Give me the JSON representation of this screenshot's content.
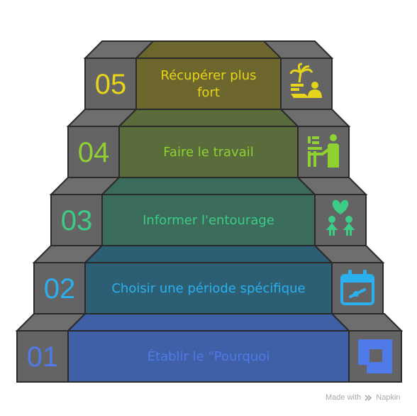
{
  "steps": [
    {
      "number": "01",
      "label_lines": [
        "Établir le \"Pourquoi"
      ],
      "color": "#3f5fa6",
      "text_color": "#4f7ae8",
      "icon": "square-frame-icon"
    },
    {
      "number": "02",
      "label_lines": [
        "Choisir une période spécifique"
      ],
      "color": "#2d5f74",
      "text_color": "#2ab0ee",
      "icon": "calendar-icon"
    },
    {
      "number": "03",
      "label_lines": [
        "Informer l'entourage"
      ],
      "color": "#3b6b5a",
      "text_color": "#3ccc86",
      "icon": "family-heart-icon"
    },
    {
      "number": "04",
      "label_lines": [
        "Faire le travail"
      ],
      "color": "#5a6b3c",
      "text_color": "#8fd130",
      "icon": "desk-worker-icon"
    },
    {
      "number": "05",
      "label_lines": [
        "Récupérer plus",
        "fort"
      ],
      "color": "#6d672e",
      "text_color": "#e6d51a",
      "icon": "vacation-icon"
    }
  ],
  "watermark": {
    "made_with": "Made with",
    "brand": "Napkin"
  }
}
